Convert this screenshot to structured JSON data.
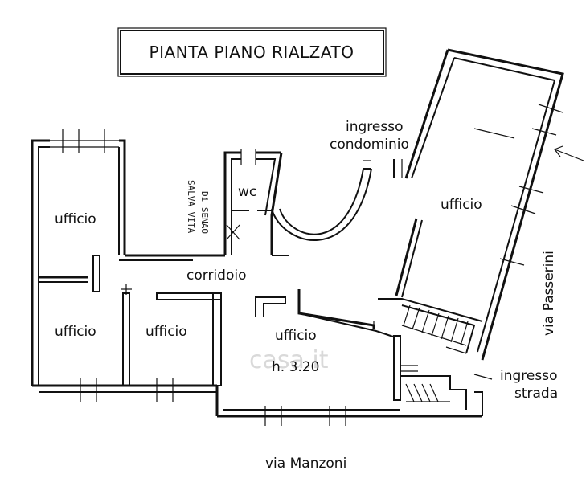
{
  "title": "PIANTA PIANO RIALZATO",
  "rooms": {
    "ufficio_top_left": "ufficio",
    "ufficio_mid_left": "ufficio",
    "ufficio_center_left": "ufficio",
    "ufficio_main": "ufficio",
    "ufficio_right": "ufficio",
    "wc": "wc",
    "corridoio": "corridoio"
  },
  "height_label": "h. 3.20",
  "entrances": {
    "condominio_line1": "ingresso",
    "condominio_line2": "condominio",
    "strada_line1": "ingresso",
    "strada_line2": "strada"
  },
  "streets": {
    "south": "via Manzoni",
    "east": "via Passerini"
  },
  "handwritten": {
    "line1": "Di SENAO",
    "line2": "SALVA VITA"
  },
  "watermark": "casa.it"
}
